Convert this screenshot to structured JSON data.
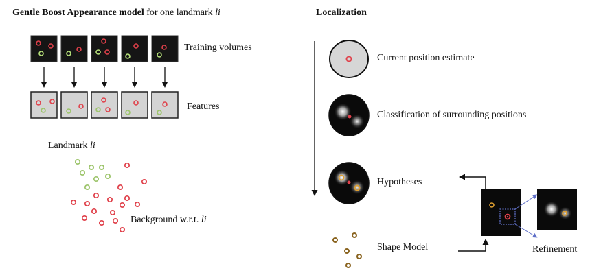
{
  "left_panel": {
    "title_bold": "Gentle Boost Appearance model",
    "title_rest": "for one landmark",
    "title_symbol": "li",
    "training_label": "Training volumes",
    "features_label": "Features",
    "landmark_label": "Landmark",
    "landmark_symbol": "li",
    "background_label": "Background w.r.t.",
    "background_symbol": "li"
  },
  "right_panel": {
    "title": "Localization",
    "steps": [
      "Current position estimate",
      "Classification of surrounding positions",
      "Hypotheses"
    ],
    "shape_model_label": "Shape Model",
    "refinement_label": "Refinement"
  },
  "colors": {
    "landmark_green": "#9cc46a",
    "background_red": "#e0404a",
    "dark_box": "#151515",
    "light_box": "#d4d4d4",
    "shape_model_brown": "#8a6420",
    "orange_marker": "#e0a030",
    "highlight_blue": "#6070c8"
  }
}
